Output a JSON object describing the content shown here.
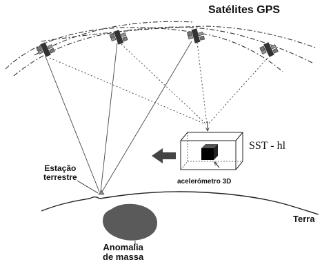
{
  "title": "Satélites GPS",
  "sst_label": "SST - hl",
  "accelerometer_label": "acelerómetro 3D",
  "station_label": [
    "Estação",
    "terrestre"
  ],
  "earth_label": "Terra",
  "anomaly_label": [
    "Anomalia",
    "de massa"
  ],
  "satellites": [
    "gps-satellite-1",
    "gps-satellite-2",
    "gps-satellite-3",
    "gps-satellite-4"
  ],
  "colors": {
    "ink": "#111111",
    "anomaly": "#5a5a5a",
    "arrow": "#444444",
    "station": "#888888"
  }
}
